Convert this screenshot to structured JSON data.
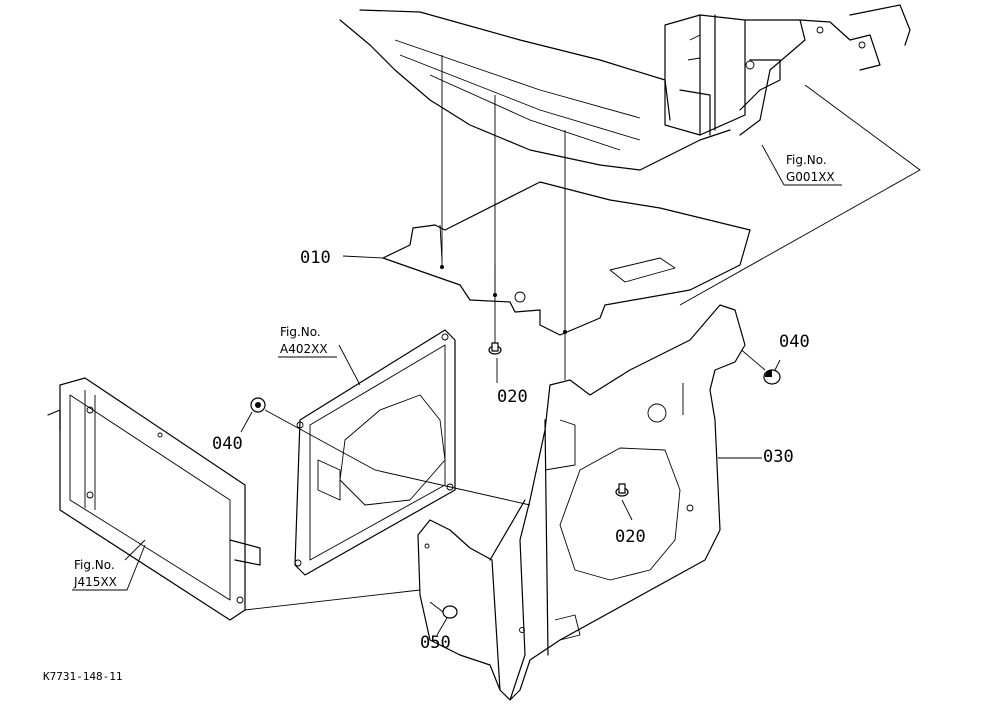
{
  "callouts": {
    "c010": "010",
    "c020a": "020",
    "c020b": "020",
    "c030": "030",
    "c040a": "040",
    "c040b": "040",
    "c050": "050"
  },
  "figure_refs": {
    "g001": {
      "prefix": "Fig.No.",
      "code": "G001XX"
    },
    "a402": {
      "prefix": "Fig.No.",
      "code": "A402XX"
    },
    "j415": {
      "prefix": "Fig.No.",
      "code": "J415XX"
    }
  },
  "drawing_code": "K7731-148-11"
}
